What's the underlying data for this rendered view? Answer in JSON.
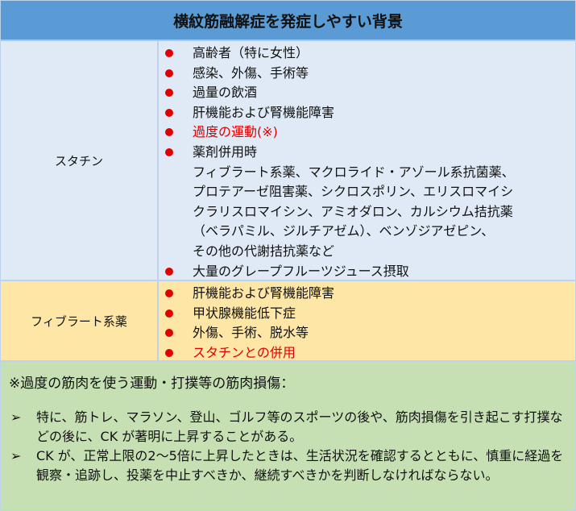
{
  "title": "横紋筋融解症を発症しやすい背景",
  "statin": {
    "label": "スタチン",
    "items": [
      "高齢者（特に女性）",
      "感染、外傷、手術等",
      "過量の飲酒",
      "肝機能および腎機能障害",
      "過度の運動(※)",
      "薬剤併用時",
      "大量のグレープフルーツジュース摂取"
    ],
    "drug_lines": [
      "フィブラート系薬、マクロライド・アゾール系抗菌薬、",
      "プロテアーゼ阻害薬、シクロスポリン、エリスロマイシ",
      "クラリスロマイシン、アミオダロン、カルシウム拮抗薬",
      "（ベラパミル、ジルチアゼム）、ベンゾジアゼピン、",
      "その他の代謝拮抗薬など"
    ]
  },
  "fibrate": {
    "label": "フィブラート系薬",
    "items": [
      "肝機能および腎機能障害",
      "甲状腺機能低下症",
      "外傷、手術、脱水等",
      "スタチンとの併用"
    ]
  },
  "notes": {
    "heading": "※過度の筋肉を使う運動・打撲等の筋肉損傷：",
    "bullet": "➢",
    "items": [
      "特に、筋トレ、マラソン、登山、ゴルフ等のスポーツの後や、筋肉損傷を引き起こす打撲などの後に、CK が著明に上昇することがある。",
      "CK が、正常上限の2～5倍に上昇したときは、生活状況を確認するとともに、慎重に経過を観察・追跡し、投薬を中止すべきか、継続すべきかを判断しなければならない。"
    ]
  },
  "colors": {
    "header": "#5b9bd5",
    "statin_bg": "#dfeaf6",
    "fibrate_bg": "#fde6a6",
    "notes_bg": "#c6e0b4",
    "bullet": "#e00000"
  }
}
